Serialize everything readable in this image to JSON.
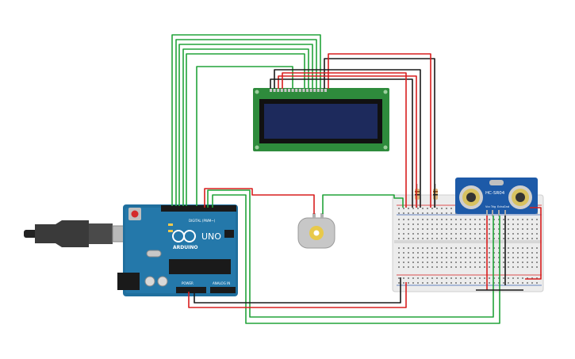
{
  "arduino": {
    "logo_text": "ARDUINO",
    "model_text": "UNO",
    "digital_label": "DIGITAL (PWM~)",
    "power_label": "POWER",
    "analog_label": "ANALOG IN"
  },
  "sensor": {
    "model_label": "HC-SR04",
    "pins": [
      "Vcc",
      "Trig",
      "Echo",
      "Gnd"
    ]
  },
  "colors": {
    "board": "#1f6f9e",
    "board_dark": "#175a82",
    "wire_green": "#22a33a",
    "wire_red": "#d81e1e",
    "wire_black": "#1a1a1a",
    "lcd_body": "#2e8b3c",
    "lcd_screen": "#1d2a5c",
    "sensor_body": "#1d5aa8",
    "breadboard": "#ececec"
  }
}
